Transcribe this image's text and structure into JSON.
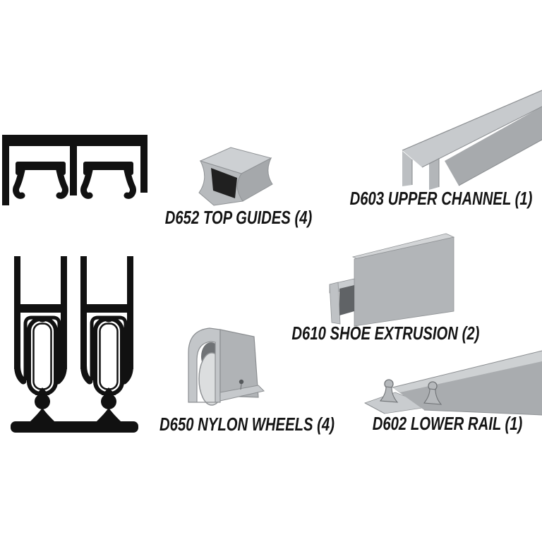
{
  "page": {
    "background": "#ffffff",
    "description": "Sliding door track hardware kit parts diagram"
  },
  "colors": {
    "line_art": "#111111",
    "label_text": "#141414",
    "part_gray_light": "#cdd0d3",
    "part_gray_mid": "#b2b5b8",
    "part_gray_dark": "#a5a8ab",
    "opening_dark": "#202020",
    "shadow_dark": "#606366"
  },
  "parts": [
    {
      "id": "top-guides",
      "code": "D652",
      "name": "TOP GUIDES",
      "quantity": "4",
      "label": "D652 TOP GUIDES (4)"
    },
    {
      "id": "upper-channel",
      "code": "D603",
      "name": "UPPER CHANNEL",
      "quantity": "1",
      "label": "D603 UPPER CHANNEL (1)"
    },
    {
      "id": "shoe-extrusion",
      "code": "D610",
      "name": "SHOE EXTRUSION",
      "quantity": "2",
      "label": "D610 SHOE EXTRUSION (2)"
    },
    {
      "id": "nylon-wheels",
      "code": "D650",
      "name": "NYLON WHEELS",
      "quantity": "4",
      "label": "D650 NYLON WHEELS (4)"
    },
    {
      "id": "lower-rail",
      "code": "D602",
      "name": "LOWER RAIL",
      "quantity": "1",
      "label": "D602 LOWER RAIL (1)"
    }
  ],
  "diagrams": [
    {
      "id": "upper-channel-cross-section",
      "description": "black line-art cross section of upper channel with two top guides inserted"
    },
    {
      "id": "rollers-cross-section",
      "description": "black line-art cross section of two door panels with nylon wheels riding on lower rail"
    }
  ]
}
